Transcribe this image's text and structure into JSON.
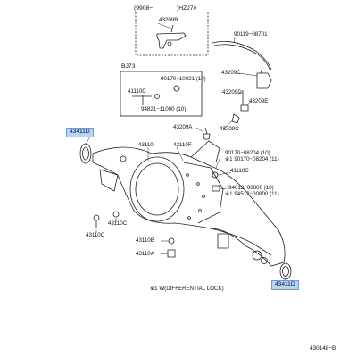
{
  "header_box": {
    "prefix_label": "(9908−",
    "suffix_label": ")HZJ7#"
  },
  "bj_box": {
    "title": "BJ73"
  },
  "highlighted_parts": [
    "43411D",
    "43411D"
  ],
  "parts": {
    "p43209B": "43209B",
    "p90119_08701": "90119−08701",
    "p43209C_top": "43209C",
    "p90170_10021": "90170−10021 (10)",
    "p41110C_bj": "41110C",
    "p94821_11000": "94821−11000 (10)",
    "p43209D": "43209D",
    "p43209E": "43209E",
    "p43209A": "43209A",
    "p43209C_low": "43209C",
    "p43110": "43110",
    "p43110F": "43110F",
    "p90170_08204": "90170−08204 (10)",
    "p90170_08204_w1": "※1 90170−08204 (11)",
    "p41110C_right": "41110C",
    "p94612_00800": "94612−00800 (10)",
    "p94512_00800": "※1 94512−00800 (11)",
    "p43110C_a": "43110C",
    "p43110C_b": "43110C",
    "p43110B": "43110B",
    "p43110A": "43110A"
  },
  "footnote": "※1 W(DIFFERENTIAL LOCK)",
  "figure_ref": "430148−B",
  "colors": {
    "line": "#222222",
    "highlight": "#b9d3f2",
    "highlight_border": "#6d9bd8"
  }
}
